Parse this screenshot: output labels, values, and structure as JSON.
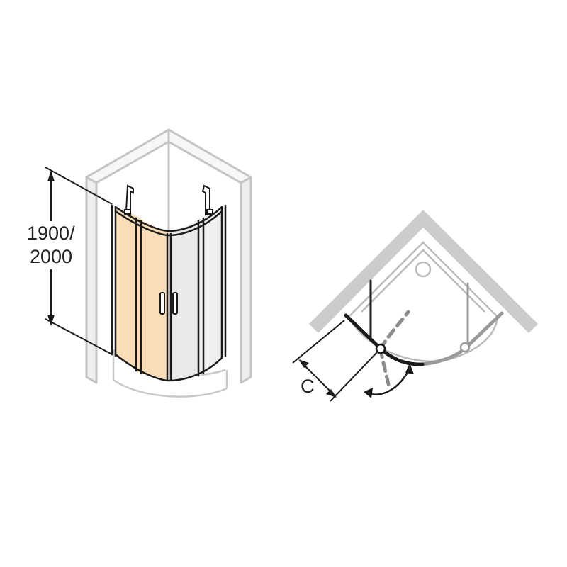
{
  "left_view": {
    "height_label_line1": "1900/",
    "height_label_line2": "2000"
  },
  "right_view": {
    "dimension_label": "C"
  },
  "colors": {
    "wall": "#cccccc",
    "wall_outline": "#bdbdbd",
    "frame": "#1a1a1a",
    "fixed_panel_glass": "#f9ddb8",
    "door_glass": "#ececec",
    "swing_arrow": "#8c8c8c"
  },
  "icons": [
    "wall-bracket-icon",
    "door-handle-icon",
    "shower-drain-icon",
    "hinge-pivot-icon",
    "swing-direction-arrow-icon"
  ]
}
